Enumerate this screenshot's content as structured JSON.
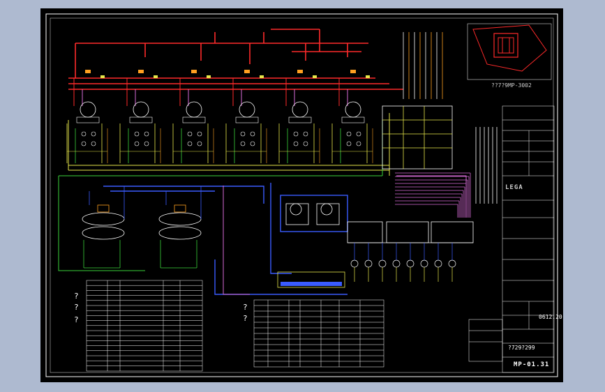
{
  "drawing": {
    "site_plan_label": "??7?9MP-3002",
    "sheet_number": "MP-01.31",
    "title_code": "?729?299",
    "date": "0612.20",
    "company": "LEGA",
    "question_marks": [
      "?",
      "?",
      "?",
      "?",
      "?"
    ],
    "boiler_count": 6,
    "chiller_count": 2
  },
  "colors": {
    "background": "#000000",
    "frame": "#ffffff",
    "steam": "#ff2a2a",
    "hot_water": "#e8e84a",
    "chilled": "#3a5cff",
    "condensate": "#3ad43a",
    "process": "#d86cd8",
    "aux": "#ffa020",
    "signal": "#40e0e0"
  }
}
